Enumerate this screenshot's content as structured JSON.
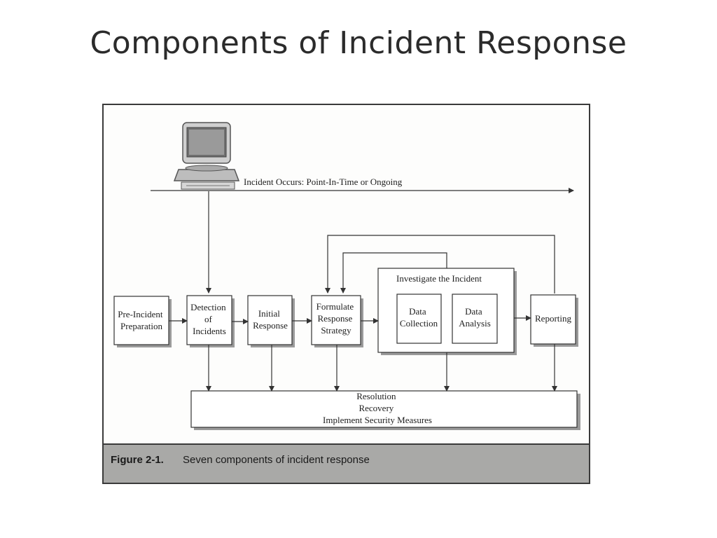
{
  "slide": {
    "title": "Components of Incident Response"
  },
  "figure": {
    "banner": "Incident Occurs: Point-In-Time or Ongoing",
    "nodes": {
      "pre_incident": [
        "Pre-Incident",
        "Preparation"
      ],
      "detection": [
        "Detection",
        "of",
        "Incidents"
      ],
      "initial_response": [
        "Initial",
        "Response"
      ],
      "formulate": [
        "Formulate",
        "Response",
        "Strategy"
      ],
      "investigate_title": "Investigate the Incident",
      "data_collection": [
        "Data",
        "Collection"
      ],
      "data_analysis": [
        "Data",
        "Analysis"
      ],
      "reporting": "Reporting",
      "resolution": [
        "Resolution",
        "Recovery",
        "Implement Security Measures"
      ]
    },
    "caption": {
      "label": "Figure 2-1.",
      "text": "Seven components of incident response"
    }
  },
  "icons": {
    "computer": "computer-icon"
  },
  "colors": {
    "caption_bar": "#a9a9a7",
    "line": "#333333",
    "box_shadow": "#9a9a9a"
  }
}
